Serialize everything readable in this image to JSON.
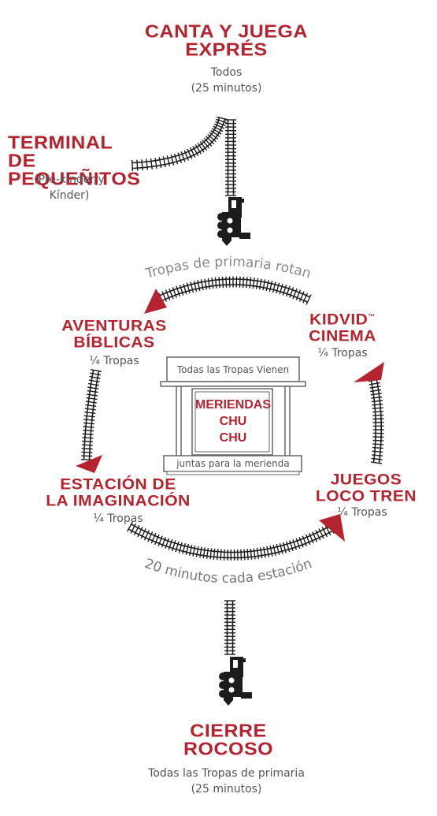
{
  "start": {
    "title_line1": "CANTA Y JUEGA",
    "title_line2": "EXPRÉS",
    "audience": "Todos",
    "duration": "(25 minutos)"
  },
  "preschool": {
    "title_line1": "TERMINAL DE",
    "title_line2": "PEQUEÑITOS",
    "audience_line1": "(Pre-kínder y",
    "audience_line2": "Kínder)"
  },
  "rotation_top_label": "Tropas de primaria rotan",
  "rotation_bottom_label": "20 minutos cada estación",
  "stations": {
    "bible": {
      "line1": "AVENTURAS",
      "line2": "BÍBLICAS",
      "group": "¼ Tropas"
    },
    "kidvid": {
      "line1": "KIDVID",
      "trademark": "™",
      "line2": "CINEMA",
      "group": "¼ Tropas"
    },
    "imagination": {
      "line1": "ESTACIÓN DE",
      "line2": "LA IMAGINACIÓN",
      "group": "¼ Tropas"
    },
    "games": {
      "line1": "JUEGOS",
      "line2": "LOCO TREN",
      "group": "¼ Tropas"
    }
  },
  "snack": {
    "banner_top": "Todas las Tropas Vienen",
    "line1": "MERIENDAS",
    "line2": "CHU",
    "line3": "CHU",
    "banner_bottom": "juntas para la merienda"
  },
  "end": {
    "title_line1": "CIERRE",
    "title_line2": "ROCOSO",
    "audience": "Todas las Tropas de primaria",
    "duration": "(25 minutos)"
  },
  "colors": {
    "accent": "#b5232f",
    "track": "#1c1c1c",
    "text": "#555555",
    "building": "#666666"
  }
}
